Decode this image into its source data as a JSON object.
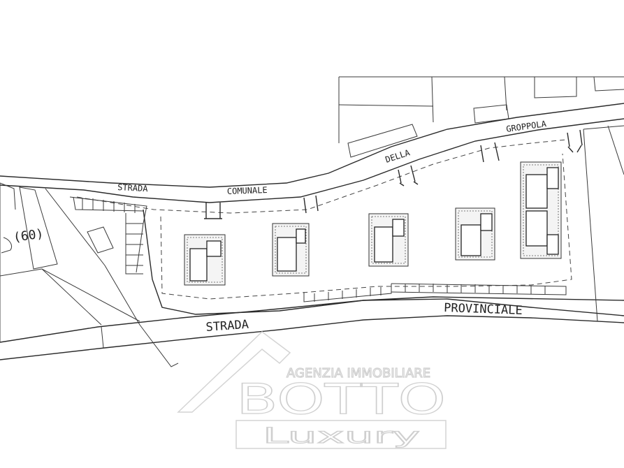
{
  "labels": {
    "parcel": "(60)",
    "upper_road": [
      "STRADA",
      "COMUNALE",
      "DELLA",
      "GROPPOLA"
    ],
    "lower_road": [
      "STRADA",
      "PROVINCIALE"
    ]
  },
  "watermark": {
    "agency": "AGENZIA IMMOBILIARE",
    "brand": "BOTTO",
    "tagline": "Luxury"
  },
  "colors": {
    "lines": "#2a2a2a",
    "background": "#ffffff",
    "watermark": "#d0d0d0"
  }
}
